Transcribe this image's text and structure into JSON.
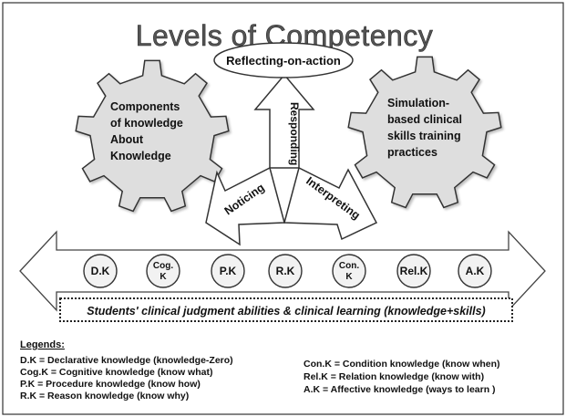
{
  "title": "Levels of Competency",
  "top_box": "Reflecting-on-action",
  "left_gear": [
    "Components",
    "of knowledge",
    "About",
    "Knowledge"
  ],
  "right_gear": [
    "Simulation-",
    "based clinical",
    "skills training",
    "practices"
  ],
  "arrows": {
    "responding": "Responding",
    "noticing": "Noticing",
    "interpreting": "Interpreting"
  },
  "knowledge_circles": [
    [
      "D.K"
    ],
    [
      "Cog.",
      "K"
    ],
    [
      "P.K"
    ],
    [
      "R.K"
    ],
    [
      "Con.",
      "K"
    ],
    [
      "Rel.K"
    ],
    [
      "A.K"
    ]
  ],
  "banner": "Students' clinical judgment abilities & clinical learning (knowledge+skills)",
  "legend_title": "Legends:",
  "legend_left": [
    "D.K = Declarative knowledge (knowledge-Zero)",
    "Cog.K = Cognitive knowledge (know what)",
    "P.K = Procedure knowledge (know how)",
    "R.K = Reason knowledge (know why)"
  ],
  "legend_right": [
    "Con.K = Condition knowledge (know when)",
    "Rel.K = Relation knowledge (know with)",
    "A.K = Affective knowledge (ways to learn )"
  ],
  "colors": {
    "gear_fill": "#dedede",
    "outline": "#333333",
    "title": "#555555",
    "circle_fill": "#f2f2f2"
  }
}
